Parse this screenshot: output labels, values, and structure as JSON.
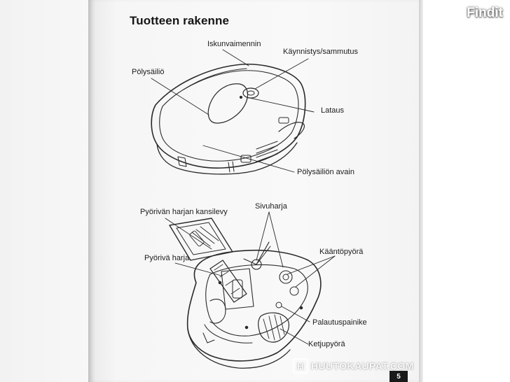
{
  "brand": {
    "name": "Findit"
  },
  "watermark": {
    "symbol": "H",
    "text": "HUUTOKAUPAT.COM"
  },
  "page": {
    "title": "Tuotteen rakenne",
    "number": "5"
  },
  "top_diagram": {
    "labels": {
      "iskunvaimennin": "Iskunvaimennin",
      "kaynnistys": "Käynnistys/sammutus",
      "polysailio": "Pölysäiliö",
      "lataus": "Lataus",
      "polysailion_avain": "Pölysäiliön avain"
    }
  },
  "bottom_diagram": {
    "labels": {
      "kansilevy": "Pyörivän harjan kansilevy",
      "sivuharja": "Sivuharja",
      "kaantopyora": "Kääntöpyörä",
      "pyoriva_harja": "Pyörivä harja",
      "palautuspainike": "Palautuspainike",
      "ketjupyora": "Ketjupyörä"
    }
  }
}
